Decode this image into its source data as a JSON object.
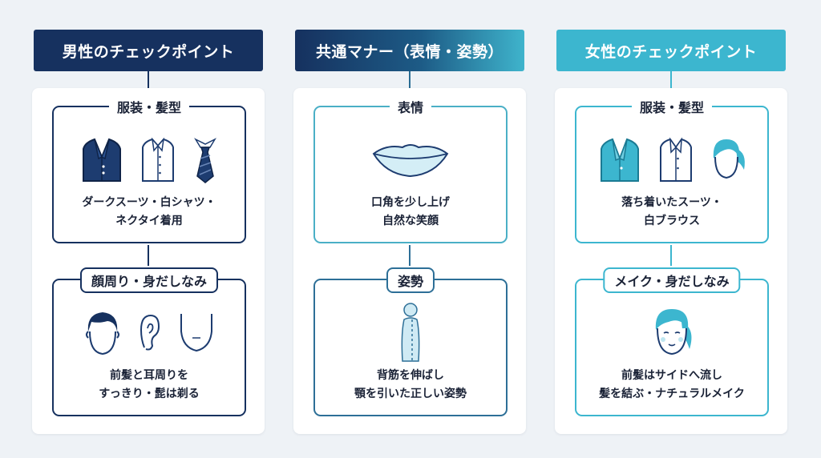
{
  "male": {
    "header": "男性のチェックポイント",
    "card1": {
      "title": "服装・髪型",
      "lines": [
        "ダークスーツ・白シャツ・",
        "ネクタイ着用"
      ]
    },
    "card2": {
      "title": "顔周り・身だしなみ",
      "lines": [
        "前髪と耳周りを",
        "すっきり・髭は剃る"
      ]
    },
    "color": "#16315f"
  },
  "common": {
    "header": "共通マナー（表情・姿勢）",
    "card1": {
      "title": "表情",
      "lines": [
        "口角を少し上げ",
        "自然な笑顔"
      ]
    },
    "card2": {
      "title": "姿勢",
      "lines": [
        "背筋を伸ばし",
        "顎を引いた正しい姿勢"
      ]
    }
  },
  "female": {
    "header": "女性のチェックポイント",
    "card1": {
      "title": "服装・髪型",
      "lines": [
        "落ち着いたスーツ・",
        "白ブラウス"
      ]
    },
    "card2": {
      "title": "メイク・身だしなみ",
      "lines": [
        "前髪はサイドへ流し",
        "髪を結ぶ・ナチュラルメイク"
      ]
    },
    "color": "#3cb6cf"
  },
  "icons": {
    "male_card1": [
      "suit-jacket-icon",
      "dress-shirt-icon",
      "necktie-icon"
    ],
    "male_card2": [
      "short-hair-head-icon",
      "ear-icon",
      "shaved-chin-icon"
    ],
    "common_card1": [
      "smiling-lips-icon"
    ],
    "common_card2": [
      "upright-posture-icon"
    ],
    "female_card1": [
      "women-jacket-icon",
      "blouse-icon",
      "ponytail-head-icon"
    ],
    "female_card2": [
      "made-up-face-icon"
    ]
  }
}
